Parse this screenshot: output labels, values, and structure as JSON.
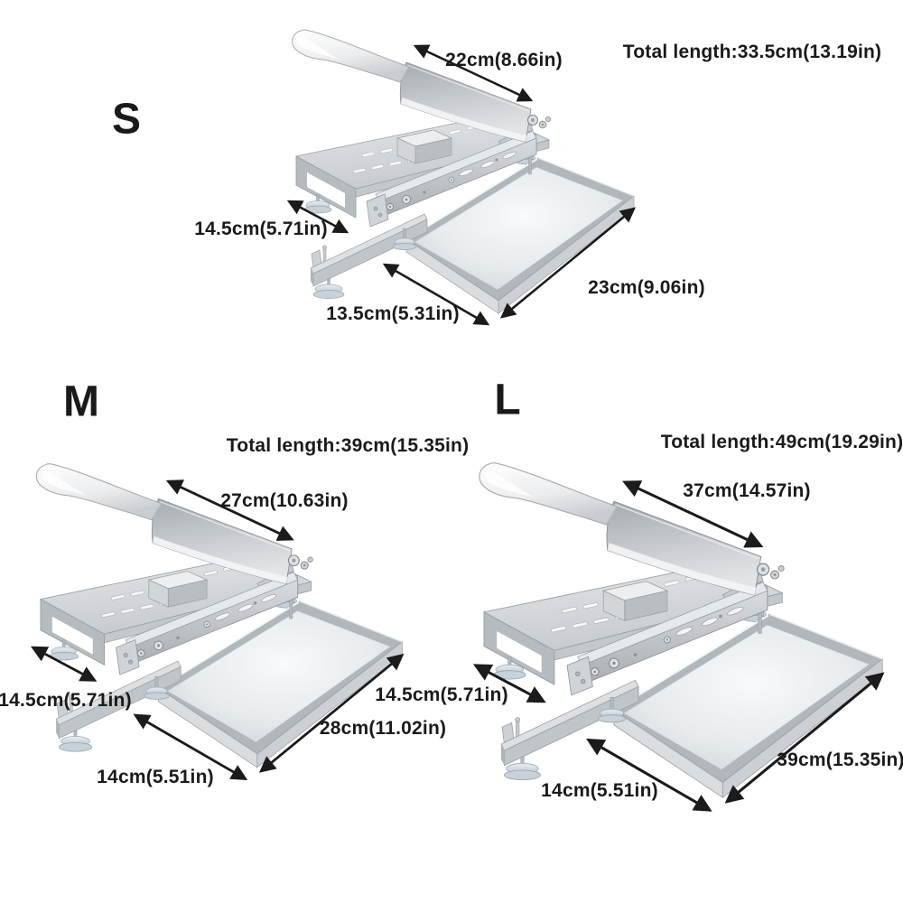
{
  "diagram_title": "manual slicer size chart (S / M / L)",
  "colors": {
    "background": "#ffffff",
    "text": "#1a1a1a",
    "arrow": "#1b1b1b",
    "metal_light": "#eef0f1",
    "metal_mid": "#cdd1d5",
    "metal_dark": "#aeb3b8",
    "suction_cup": "#c6d1d9"
  },
  "icons": {
    "dimension_arrow": "double-headed-arrow"
  },
  "figures": [
    {
      "size_label": "S",
      "total_length": "Total length:33.5cm(13.19in)",
      "blade_length": "22cm(8.66in)",
      "depth": "14.5cm(5.71in)",
      "base_width": "13.5cm(5.31in)",
      "tray_length": "23cm(9.06in)"
    },
    {
      "size_label": "M",
      "total_length": "Total length:39cm(15.35in)",
      "blade_length": "27cm(10.63in)",
      "depth": "14.5cm(5.71in)",
      "base_width": "14cm(5.51in)",
      "tray_length": "28cm(11.02in)"
    },
    {
      "size_label": "L",
      "total_length": "Total length:49cm(19.29in)",
      "blade_length": "37cm(14.57in)",
      "depth": "14.5cm(5.71in)",
      "base_width": "14cm(5.51in)",
      "tray_length": "39cm(15.35in)"
    }
  ]
}
